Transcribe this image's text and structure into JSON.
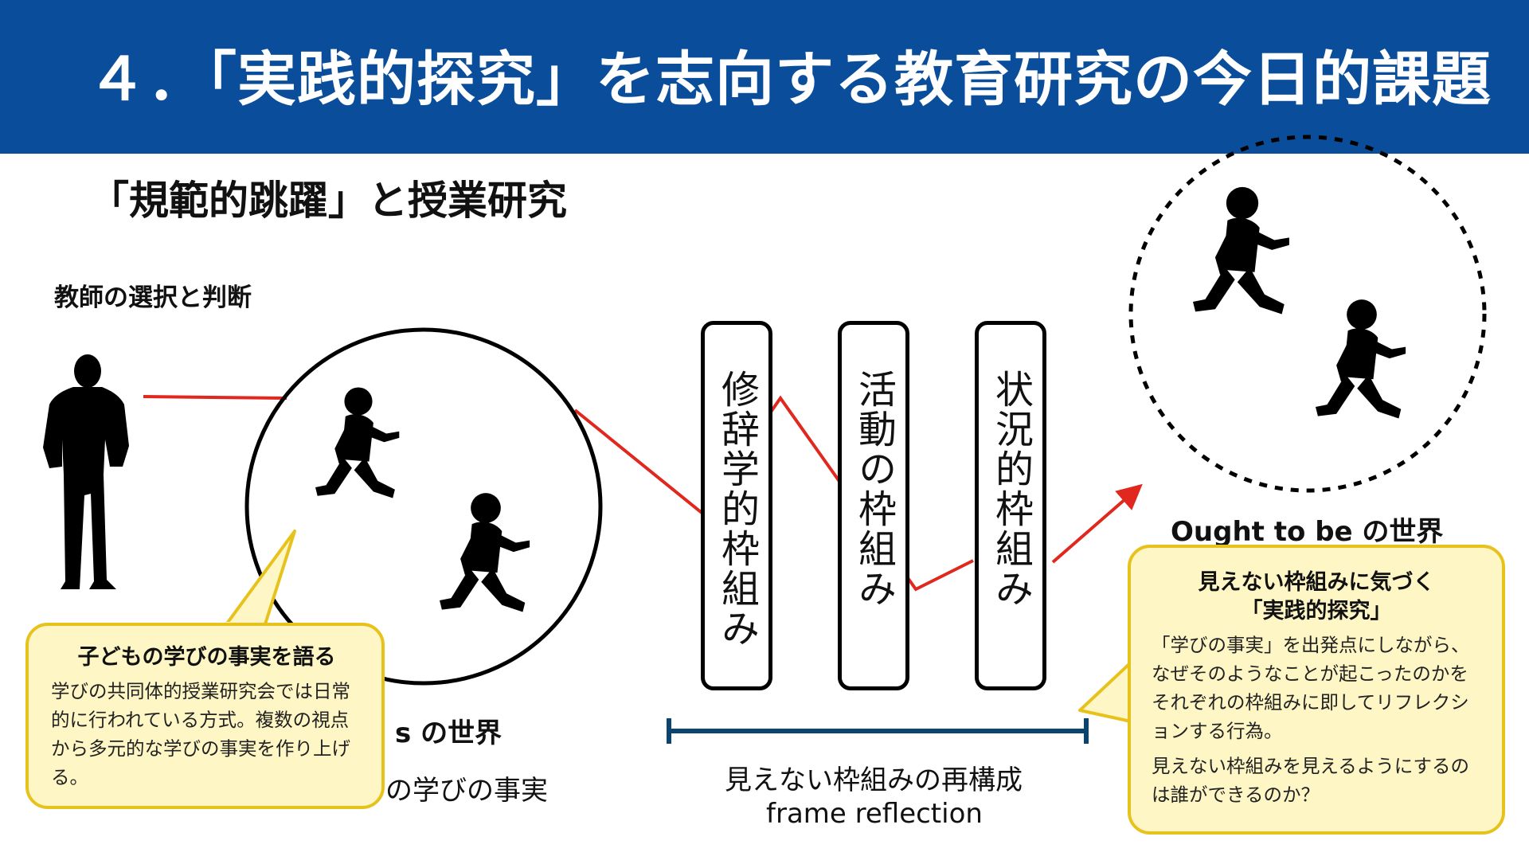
{
  "header": {
    "title": "４．「実践的探究」を志向する教育研究の今日的課題"
  },
  "subtitle": "「規範的跳躍」と授業研究",
  "teacher": {
    "label": "教師の選択と判断"
  },
  "frames": [
    "修辞学的枠組み",
    "活動の枠組み",
    "状況的枠組み"
  ],
  "labels": {
    "is_world": "s の世界",
    "is_facts": "の学びの事実",
    "ought_world": "Ought to be の世界",
    "reconstruction_ja": "見えない枠組みの再構成",
    "reconstruction_en": "frame reflection"
  },
  "callout_left": {
    "title": "子どもの学びの事実を語る",
    "body": "学びの共同体的授業研究会では日常的に行われている方式。複数の視点から多元的な学びの事実を作り上げる。"
  },
  "callout_right": {
    "title_line1": "見えない枠組みに気づく",
    "title_line2": "「実践的探究」",
    "body1": "「学びの事実」を出発点にしながら、なぜそのようなことが起こったのかをそれぞれの枠組みに即してリフレクションする行為。",
    "body2": "見えない枠組みを見えるようにするのは誰ができるのか？"
  },
  "colors": {
    "header_bg": "#0a4e9b",
    "connector": "#e0281e",
    "bracket": "#0c4470",
    "callout_fill": "#fef6c4",
    "callout_border": "#e8c21c"
  },
  "icons": [
    "teacher-silhouette-icon",
    "running-child-icon"
  ]
}
